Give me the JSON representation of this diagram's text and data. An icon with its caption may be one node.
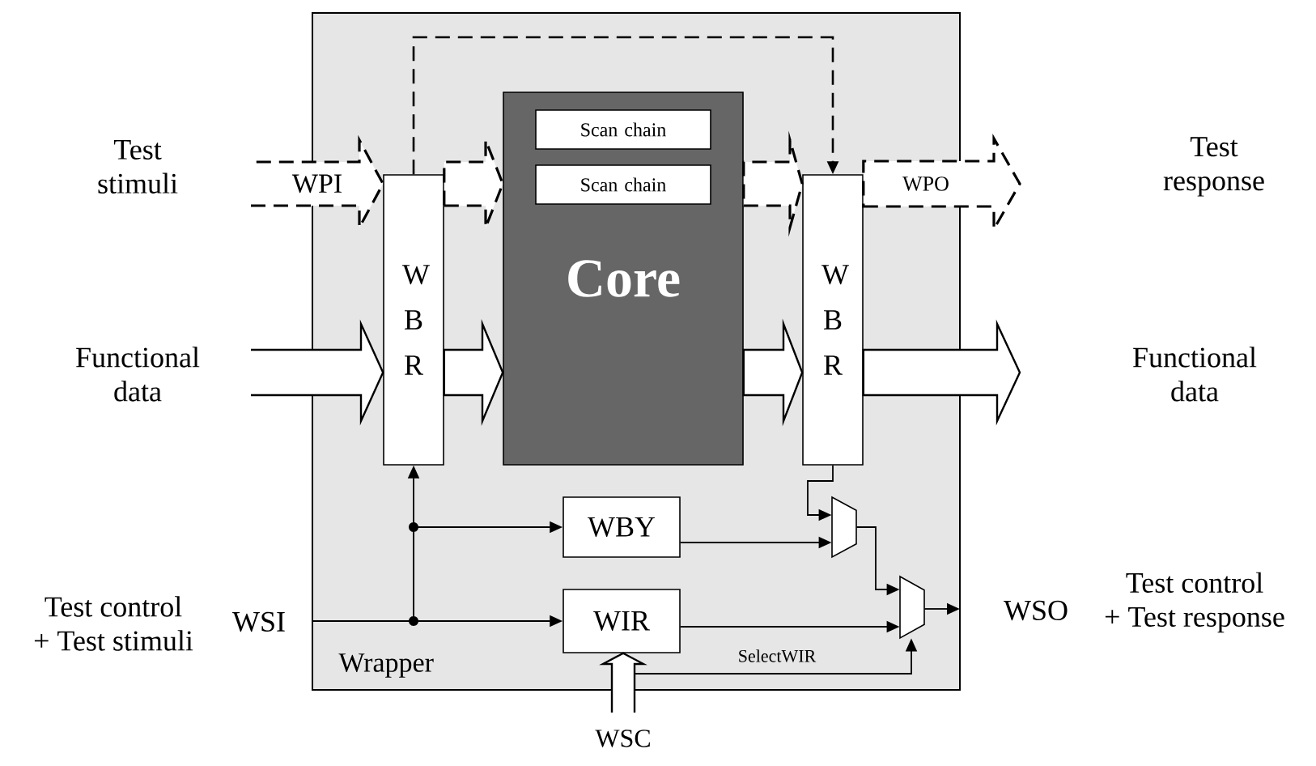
{
  "diagram": {
    "nodes": [
      {
        "text": [
          "Wrapper"
        ]
      },
      {
        "text": [
          "W B R"
        ],
        "in": 0
      },
      {
        "text": [
          "Core"
        ],
        "in": 0
      },
      {
        "text": [
          "Scan chain"
        ],
        "in": 2
      },
      {
        "text": [
          "Scan chain"
        ],
        "in": 2
      },
      {
        "text": [
          "W B R"
        ],
        "in": 0
      },
      {
        "text": [
          "WBY"
        ],
        "in": 0
      },
      {
        "text": [
          "WIR"
        ],
        "in": 0
      },
      {
        "text": [],
        "shape": "trapezoid",
        "in": 0
      },
      {
        "text": [],
        "shape": "trapezoid",
        "in": 0
      }
    ],
    "edges": [
      {
        "from": null,
        "to": 1,
        "arrow": "to",
        "label": "WPI",
        "style": "dashed"
      },
      {
        "from": 1,
        "to": 2,
        "arrow": "to",
        "style": "dashed"
      },
      {
        "from": 2,
        "to": 5,
        "arrow": "to",
        "style": "dashed"
      },
      {
        "from": 5,
        "to": null,
        "arrow": "to",
        "label": "WPO",
        "style": "dashed"
      },
      {
        "from": 1,
        "to": 5,
        "arrow": "to",
        "style": "dashed"
      },
      {
        "from": null,
        "to": 1,
        "arrow": "to"
      },
      {
        "from": 1,
        "to": 2,
        "arrow": "to"
      },
      {
        "from": 2,
        "to": 5,
        "arrow": "to"
      },
      {
        "from": 5,
        "to": null,
        "arrow": "to"
      },
      {
        "from": null,
        "to": 7,
        "arrow": "to"
      },
      {
        "from": null,
        "to": 6,
        "arrow": "to"
      },
      {
        "from": null,
        "to": 1,
        "arrow": "to"
      },
      {
        "from": 5,
        "to": 8,
        "arrow": "to"
      },
      {
        "from": 6,
        "to": 8,
        "arrow": "to"
      },
      {
        "from": 8,
        "to": 9,
        "arrow": "to"
      },
      {
        "from": 7,
        "to": 9,
        "arrow": "to"
      },
      {
        "from": 9,
        "to": null,
        "arrow": "to"
      },
      {
        "from": null,
        "to": 7,
        "arrow": "to"
      },
      {
        "from": null,
        "to": 9,
        "arrow": "to",
        "label": "SelectWIR"
      }
    ],
    "labels": [
      "Test stimuli",
      "Test response",
      "Functional data",
      "Functional data",
      "Test control + Test stimuli",
      "WSI",
      "WSO",
      "Test control + Test response",
      "WSC"
    ]
  }
}
